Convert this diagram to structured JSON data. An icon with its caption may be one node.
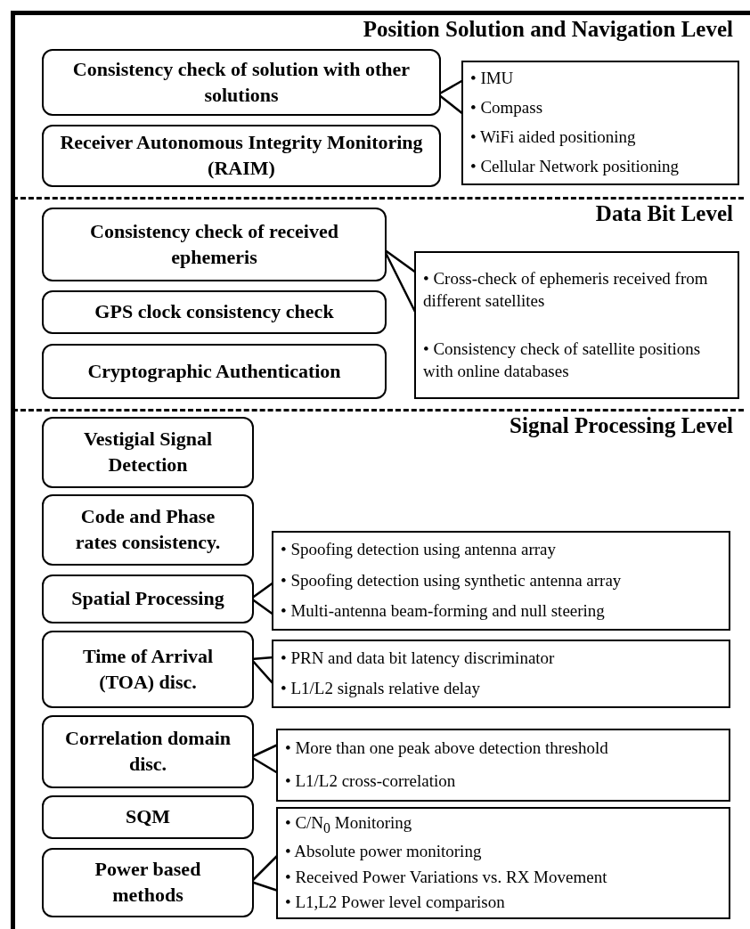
{
  "diagram": {
    "nodes": [
      {
        "text": [
          "Position Solution and Navigation Level"
        ]
      },
      {
        "text": [
          "Consistency check of solution with other solutions"
        ],
        "in": 0
      },
      {
        "text": [
          "Receiver Autonomous Integrity Monitoring (RAIM)"
        ],
        "in": 0
      },
      {
        "text": [
          "• IMU",
          "• Compass",
          "• WiFi aided positioning",
          "• Cellular Network positioning"
        ],
        "in": 0
      },
      {
        "text": [
          "Data Bit Level"
        ]
      },
      {
        "text": [
          "Consistency check of received ephemeris"
        ],
        "in": 4
      },
      {
        "text": [
          "GPS clock consistency check"
        ],
        "in": 4
      },
      {
        "text": [
          "Cryptographic Authentication"
        ],
        "in": 4
      },
      {
        "text": [
          "• Cross-check of ephemeris received from different satellites",
          "• Consistency check of satellite positions with online databases"
        ],
        "in": 4
      },
      {
        "text": [
          "Signal Processing Level"
        ]
      },
      {
        "text": [
          "Vestigial Signal Detection"
        ],
        "in": 9
      },
      {
        "text": [
          "Code and Phase rates consistency."
        ],
        "in": 9
      },
      {
        "text": [
          "Spatial Processing"
        ],
        "in": 9
      },
      {
        "text": [
          "• Spoofing detection using antenna array",
          "• Spoofing detection using synthetic antenna array",
          "• Multi-antenna beam-forming and null steering"
        ],
        "in": 9
      },
      {
        "text": [
          "Time of Arrival (TOA) disc."
        ],
        "in": 9
      },
      {
        "text": [
          "• PRN and data bit latency discriminator",
          "• L1/L2 signals relative delay"
        ],
        "in": 9
      },
      {
        "text": [
          "Correlation domain disc."
        ],
        "in": 9
      },
      {
        "text": [
          "• More than one peak above detection threshold",
          "• L1/L2 cross-correlation"
        ],
        "in": 9
      },
      {
        "text": [
          "SQM"
        ],
        "in": 9
      },
      {
        "text": [
          "Power based methods"
        ],
        "in": 9
      },
      {
        "text": [
          "• C/N$_{0}$ Monitoring",
          "• Absolute power monitoring",
          "• Received Power Variations vs. RX Movement",
          "• L1,L2 Power level comparison"
        ],
        "in": 9
      }
    ],
    "edges": [
      {
        "from": 1,
        "to": 3,
        "arrow": "none"
      },
      {
        "from": 5,
        "to": 8,
        "arrow": "none"
      },
      {
        "from": 12,
        "to": 13,
        "arrow": "none"
      },
      {
        "from": 14,
        "to": 15,
        "arrow": "none"
      },
      {
        "from": 16,
        "to": 17,
        "arrow": "none"
      },
      {
        "from": 19,
        "to": 20,
        "arrow": "none"
      }
    ]
  }
}
